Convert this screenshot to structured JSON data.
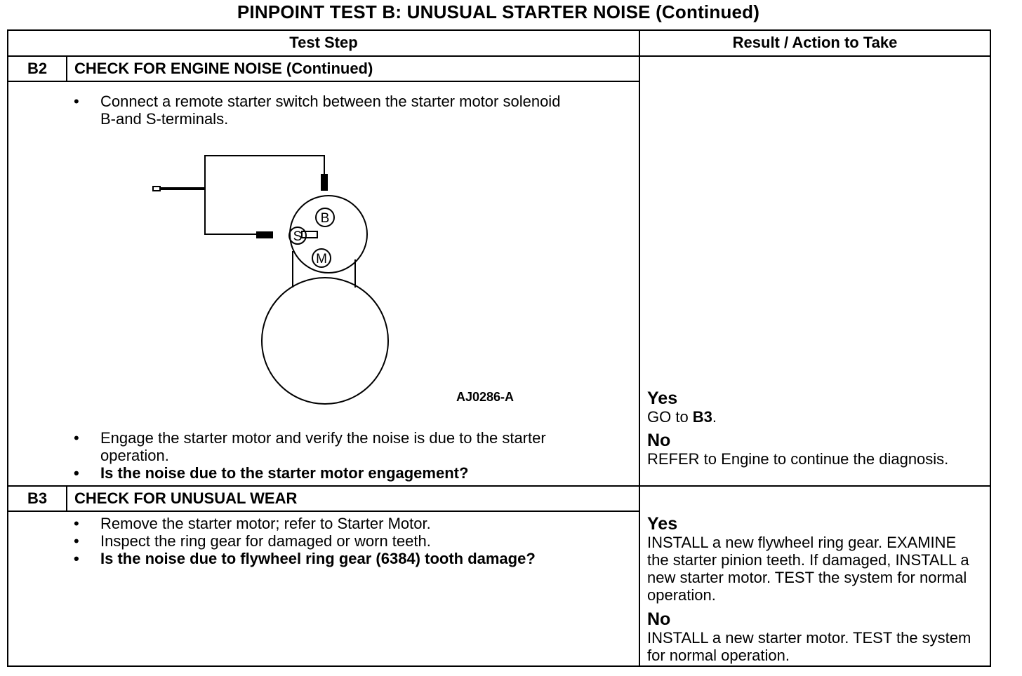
{
  "title": "PINPOINT TEST  B: UNUSUAL STARTER NOISE (Continued)",
  "headers": {
    "test_step": "Test Step",
    "result": "Result / Action to Take"
  },
  "steps": [
    {
      "id": "B2",
      "title": "CHECK FOR ENGINE NOISE (Continued)",
      "bullets_top": [
        {
          "text": "Connect a remote starter switch between the starter motor solenoid B-and S-terminals.",
          "bold": false
        }
      ],
      "figure": {
        "label": "AJ0286-A",
        "terminal_labels": [
          "B",
          "S",
          "M"
        ]
      },
      "bullets_bottom": [
        {
          "text": "Engage the starter motor and verify the noise is due to the starter operation.",
          "bold": false
        },
        {
          "text": "Is the noise due to the starter motor engagement?",
          "bold": true
        }
      ],
      "results": [
        {
          "label": "Yes",
          "pre": "GO to ",
          "ref": "B3",
          "post": "."
        },
        {
          "label": "No",
          "pre": "REFER to",
          "ref": "Engine",
          "post": " to continue the diagnosis."
        }
      ]
    },
    {
      "id": "B3",
      "title": "CHECK FOR UNUSUAL WEAR",
      "bullets": [
        {
          "text": "Remove the starter motor; refer to Starter Motor.",
          "bold": false
        },
        {
          "text": "Inspect the ring gear for damaged or worn teeth.",
          "bold": false
        },
        {
          "text": "Is the noise due to flywheel ring gear (6384) tooth damage?",
          "bold": true
        }
      ],
      "results": [
        {
          "label": "Yes",
          "text": "INSTALL a new flywheel ring gear. EXAMINE the starter pinion teeth. If damaged, INSTALL a new starter motor. TEST the system for normal operation."
        },
        {
          "label": "No",
          "text": "INSTALL a new starter motor. TEST the system for normal operation."
        }
      ]
    }
  ],
  "bullet_glyph": "•"
}
